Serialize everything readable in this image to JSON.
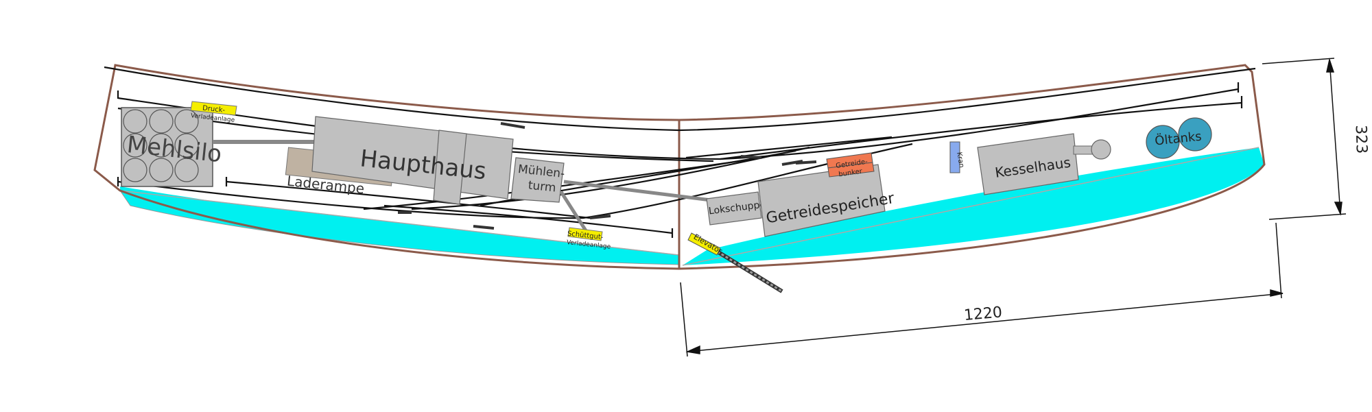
{
  "buildings": {
    "mehlsilo": "Mehlsilo",
    "haupthaus": "Haupthaus",
    "laderampe": "Laderampe",
    "muehlenturm_line1": "Mühlen-",
    "muehlenturm_line2": "turm",
    "lokschuppen": "Lokschuppen",
    "getreidespeicher": "Getreidespeicher",
    "kesselhaus": "Kesselhaus",
    "oeltanks": "Öltanks"
  },
  "labels": {
    "druck_line1": "Druck-",
    "druck_line2": "Verladeanlage",
    "schuettgut_line1": "Schüttgut-",
    "schuettgut_line2": "Verladeanlage",
    "getreide_line1": "Getreide-",
    "getreide_line2": "bunker",
    "kran": "Kran",
    "elevator": "Elevator"
  },
  "dimensions": {
    "width": "1220",
    "depth": "323"
  },
  "colors": {
    "outline": "#8b5a4a",
    "water": "#00f0f0",
    "building": "#c0c0c0",
    "ramp": "#bfb2a2",
    "yellow_label": "#f5ee00",
    "orange_label": "#f07850",
    "crane": "#88aaee",
    "tank": "#3aa0c0",
    "track": "#111111"
  }
}
